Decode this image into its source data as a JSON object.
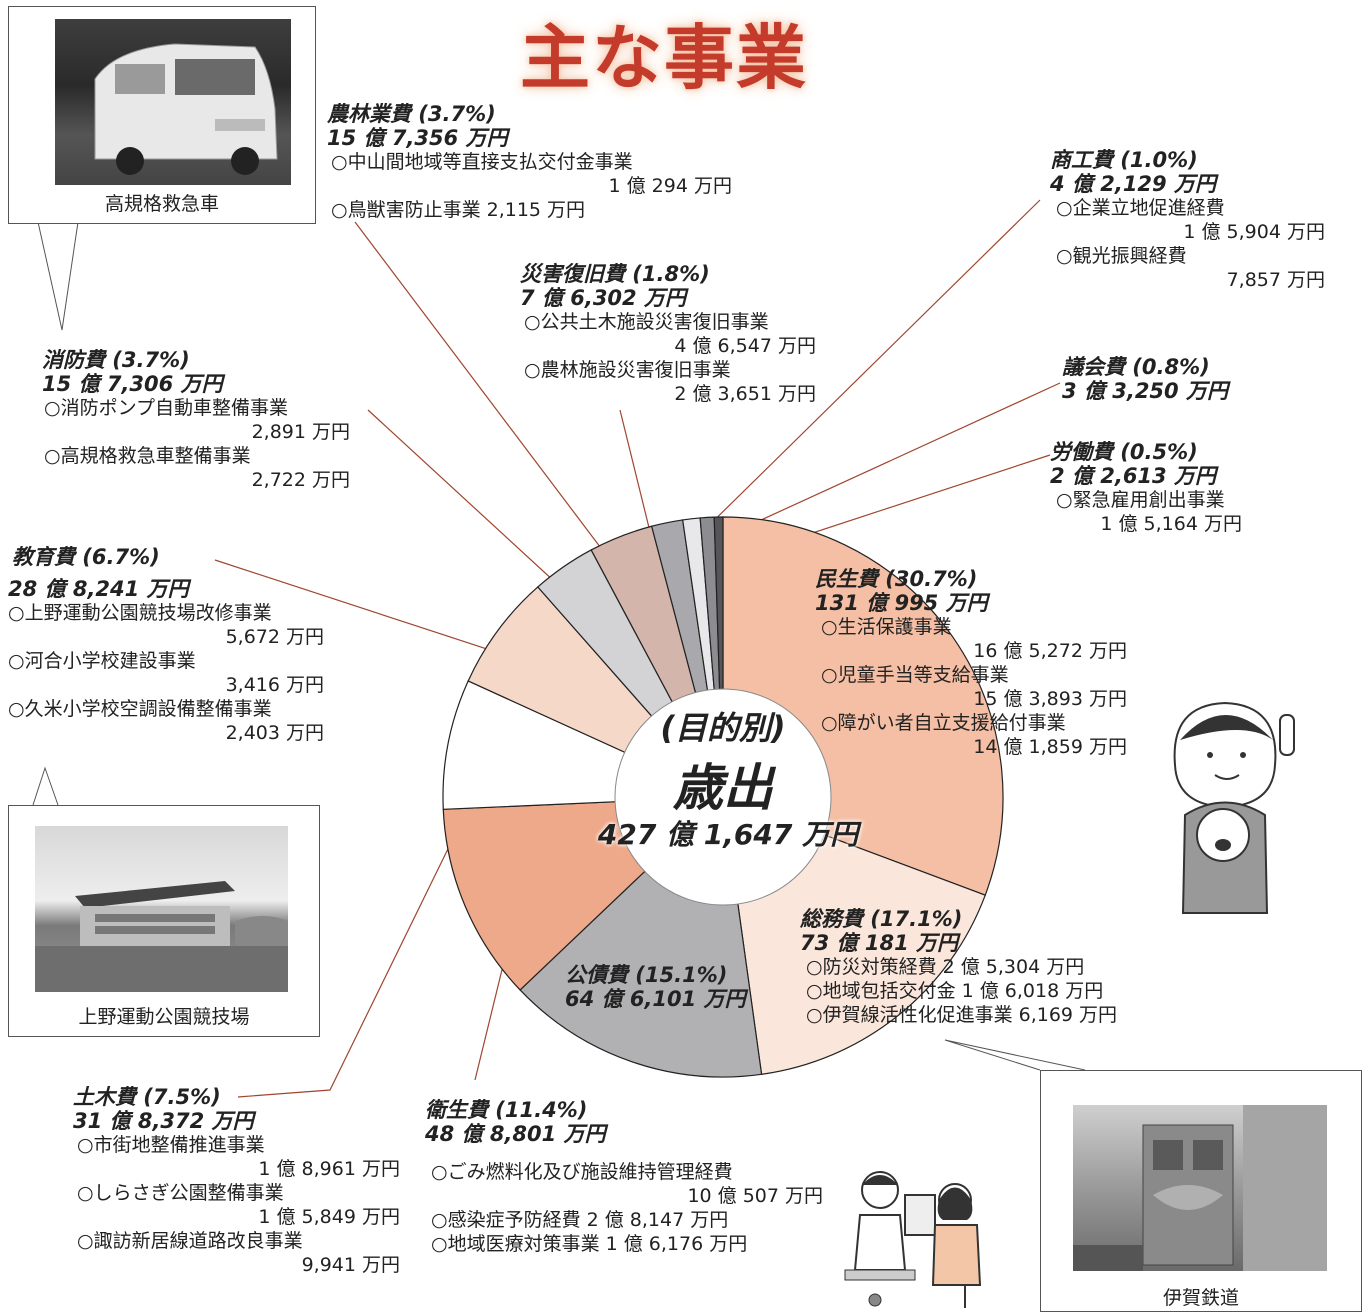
{
  "title": "主な事業",
  "center": {
    "line1": "(目的別)",
    "line2": "歳出",
    "total": "427 億 1,647 万円"
  },
  "chart_data": {
    "type": "pie",
    "title": "歳出(目的別)",
    "total": "427 億 1,647 万円",
    "slices": [
      {
        "name": "民生費",
        "percent": 30.7,
        "amount": "131 億 995 万円",
        "color": "#f4bfa5"
      },
      {
        "name": "総務費",
        "percent": 17.1,
        "amount": "73 億 181 万円",
        "color": "#fbe6dc"
      },
      {
        "name": "公債費",
        "percent": 15.1,
        "amount": "64 億 6,101 万円",
        "color": "#b1b1b4"
      },
      {
        "name": "衛生費",
        "percent": 11.4,
        "amount": "48 億 8,801 万円",
        "color": "#eea88a"
      },
      {
        "name": "土木費",
        "percent": 7.5,
        "amount": "31 億 8,372 万円",
        "color": "#ffffff"
      },
      {
        "name": "教育費",
        "percent": 6.7,
        "amount": "28 億 8,241 万円",
        "color": "#f6d8c9"
      },
      {
        "name": "消防費",
        "percent": 3.7,
        "amount": "15 億 7,306 万円",
        "color": "#d3d3d5"
      },
      {
        "name": "農林業費",
        "percent": 3.7,
        "amount": "15 億 7,356 万円",
        "color": "#d4b5ab"
      },
      {
        "name": "災害復旧費",
        "percent": 1.8,
        "amount": "7 億 6,302 万円",
        "color": "#a9a9ad"
      },
      {
        "name": "商工費",
        "percent": 1.0,
        "amount": "4 億 2,129 万円",
        "color": "#e8e8ea"
      },
      {
        "name": "議会費",
        "percent": 0.8,
        "amount": "3 億 3,250 万円",
        "color": "#8d8d91"
      },
      {
        "name": "労働費",
        "percent": 0.5,
        "amount": "2 億 2,613 万円",
        "color": "#55555a"
      }
    ]
  },
  "categories": {
    "nourin": {
      "title": "農林業費 (3.7%)",
      "amount": "15 億 7,356 万円",
      "items": [
        {
          "name": "○中山間地域等直接支払交付金事業",
          "value": "1 億 294 万円"
        },
        {
          "name": "○鳥獣害防止事業 2,115 万円",
          "value": ""
        }
      ]
    },
    "saigai": {
      "title": "災害復旧費 (1.8%)",
      "amount": "7 億 6,302 万円",
      "items": [
        {
          "name": "○公共土木施設災害復旧事業",
          "value": "4 億 6,547 万円"
        },
        {
          "name": "○農林施設災害復旧事業",
          "value": "2 億 3,651 万円"
        }
      ]
    },
    "shoko": {
      "title": "商工費 (1.0%)",
      "amount": "4 億 2,129 万円",
      "items": [
        {
          "name": "○企業立地促進経費",
          "value": "1 億 5,904 万円"
        },
        {
          "name": "○観光振興経費",
          "value": "7,857 万円"
        }
      ]
    },
    "gikai": {
      "title": "議会費 (0.8%)",
      "amount": "3 億 3,250 万円",
      "items": []
    },
    "rodo": {
      "title": "労働費 (0.5%)",
      "amount": "2 億 2,613 万円",
      "items": [
        {
          "name": "○緊急雇用創出事業",
          "value": "1 億 5,164 万円"
        }
      ]
    },
    "shobo": {
      "title": "消防費 (3.7%)",
      "amount": "15 億 7,306 万円",
      "items": [
        {
          "name": "○消防ポンプ自動車整備事業",
          "value": "2,891 万円"
        },
        {
          "name": "○高規格救急車整備事業",
          "value": "2,722 万円"
        }
      ]
    },
    "kyoiku": {
      "title": "教育費 (6.7%)",
      "amount": "28 億 8,241 万円",
      "items": [
        {
          "name": "○上野運動公園競技場改修事業",
          "value": "5,672 万円"
        },
        {
          "name": "○河合小学校建設事業",
          "value": "3,416 万円"
        },
        {
          "name": "○久米小学校空調設備整備事業",
          "value": "2,403 万円"
        }
      ]
    },
    "minsei": {
      "title": "民生費 (30.7%)",
      "amount": "131 億 995 万円",
      "items": [
        {
          "name": "○生活保護事業",
          "value": "16 億 5,272 万円"
        },
        {
          "name": "○児童手当等支給事業",
          "value": "15 億 3,893 万円"
        },
        {
          "name": "○障がい者自立支援給付事業",
          "value": "14 億 1,859 万円"
        }
      ]
    },
    "somu": {
      "title": "総務費 (17.1%)",
      "amount": "73 億 181 万円",
      "items": [
        {
          "name": "○防災対策経費 2 億 5,304 万円",
          "value": ""
        },
        {
          "name": "○地域包括交付金 1 億 6,018 万円",
          "value": ""
        },
        {
          "name": "○伊賀線活性化促進事業 6,169 万円",
          "value": ""
        }
      ]
    },
    "kosai": {
      "title": "公債費 (15.1%)",
      "amount": "64 億 6,101 万円",
      "items": []
    },
    "eisei": {
      "title": "衛生費 (11.4%)",
      "amount": "48 億 8,801 万円",
      "items": [
        {
          "name": "○ごみ燃料化及び施設維持管理経費",
          "value": "10 億 507 万円"
        },
        {
          "name": "○感染症予防経費 2 億 8,147 万円",
          "value": ""
        },
        {
          "name": "○地域医療対策事業 1 億 6,176 万円",
          "value": ""
        }
      ]
    },
    "doboku": {
      "title": "土木費 (7.5%)",
      "amount": "31 億 8,372 万円",
      "items": [
        {
          "name": "○市街地整備推進事業",
          "value": "1 億 8,961 万円"
        },
        {
          "name": "○しらさぎ公園整備事業",
          "value": "1 億 5,849 万円"
        },
        {
          "name": "○諏訪新居線道路改良事業",
          "value": "9,941 万円"
        }
      ]
    }
  },
  "photos": {
    "ambulance": "高規格救急車",
    "stadium": "上野運動公園競技場",
    "train": "伊賀鉄道"
  }
}
